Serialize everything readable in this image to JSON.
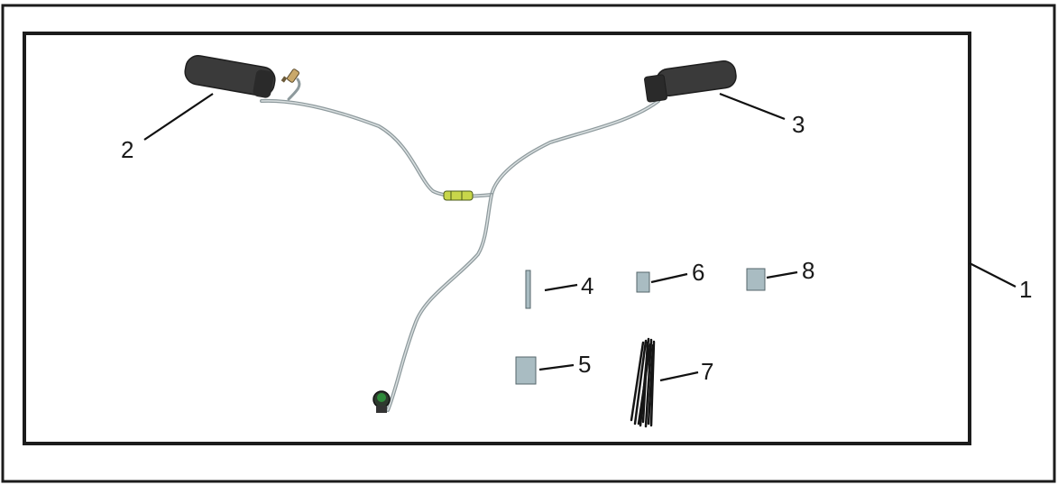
{
  "diagram": {
    "callouts": {
      "kit": "1",
      "left_grip": "2",
      "right_grip": "3",
      "part_4": "4",
      "part_5": "5",
      "part_6": "6",
      "cable_ties": "7",
      "part_8": "8"
    },
    "colors": {
      "frame": "#1c1c1c",
      "grip": "#3a3a3a",
      "grip_dark": "#262626",
      "cable": "#9aa5a8",
      "connector": "#c8d64a",
      "pad": "#a9bcc2",
      "switch": "#2e8b3a",
      "leader": "#111111"
    },
    "icons": {
      "left_grip": "heated-grip-icon",
      "right_grip": "heated-grip-icon",
      "switch": "push-button-switch-icon",
      "cable_ties": "cable-ties-icon"
    }
  }
}
